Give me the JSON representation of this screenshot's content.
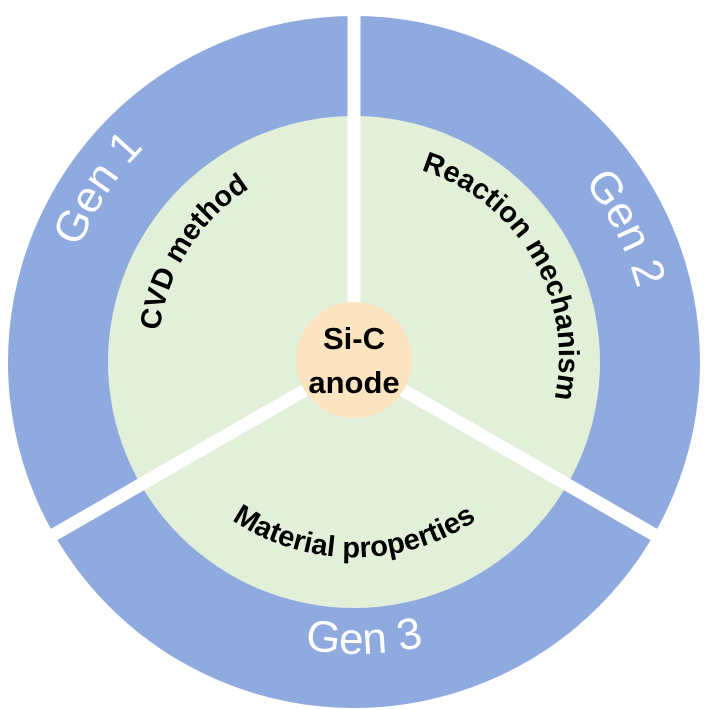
{
  "diagram": {
    "center": {
      "line1": "Si-C",
      "line2": "anode"
    },
    "middle_labels": {
      "cvd": "CVD method",
      "reaction": "Reaction mechanism",
      "material": "Material properties"
    },
    "outer_labels": {
      "gen1": "Gen 1",
      "gen2": "Gen 2",
      "gen3": "Gen 3"
    }
  },
  "colors": {
    "outer_ring": "#8faadf",
    "middle_disc": "#e2efd9",
    "center_disc": "#fde4c0",
    "divider": "#ffffff",
    "outer_text": "#ffffff",
    "inner_text": "#000000"
  }
}
